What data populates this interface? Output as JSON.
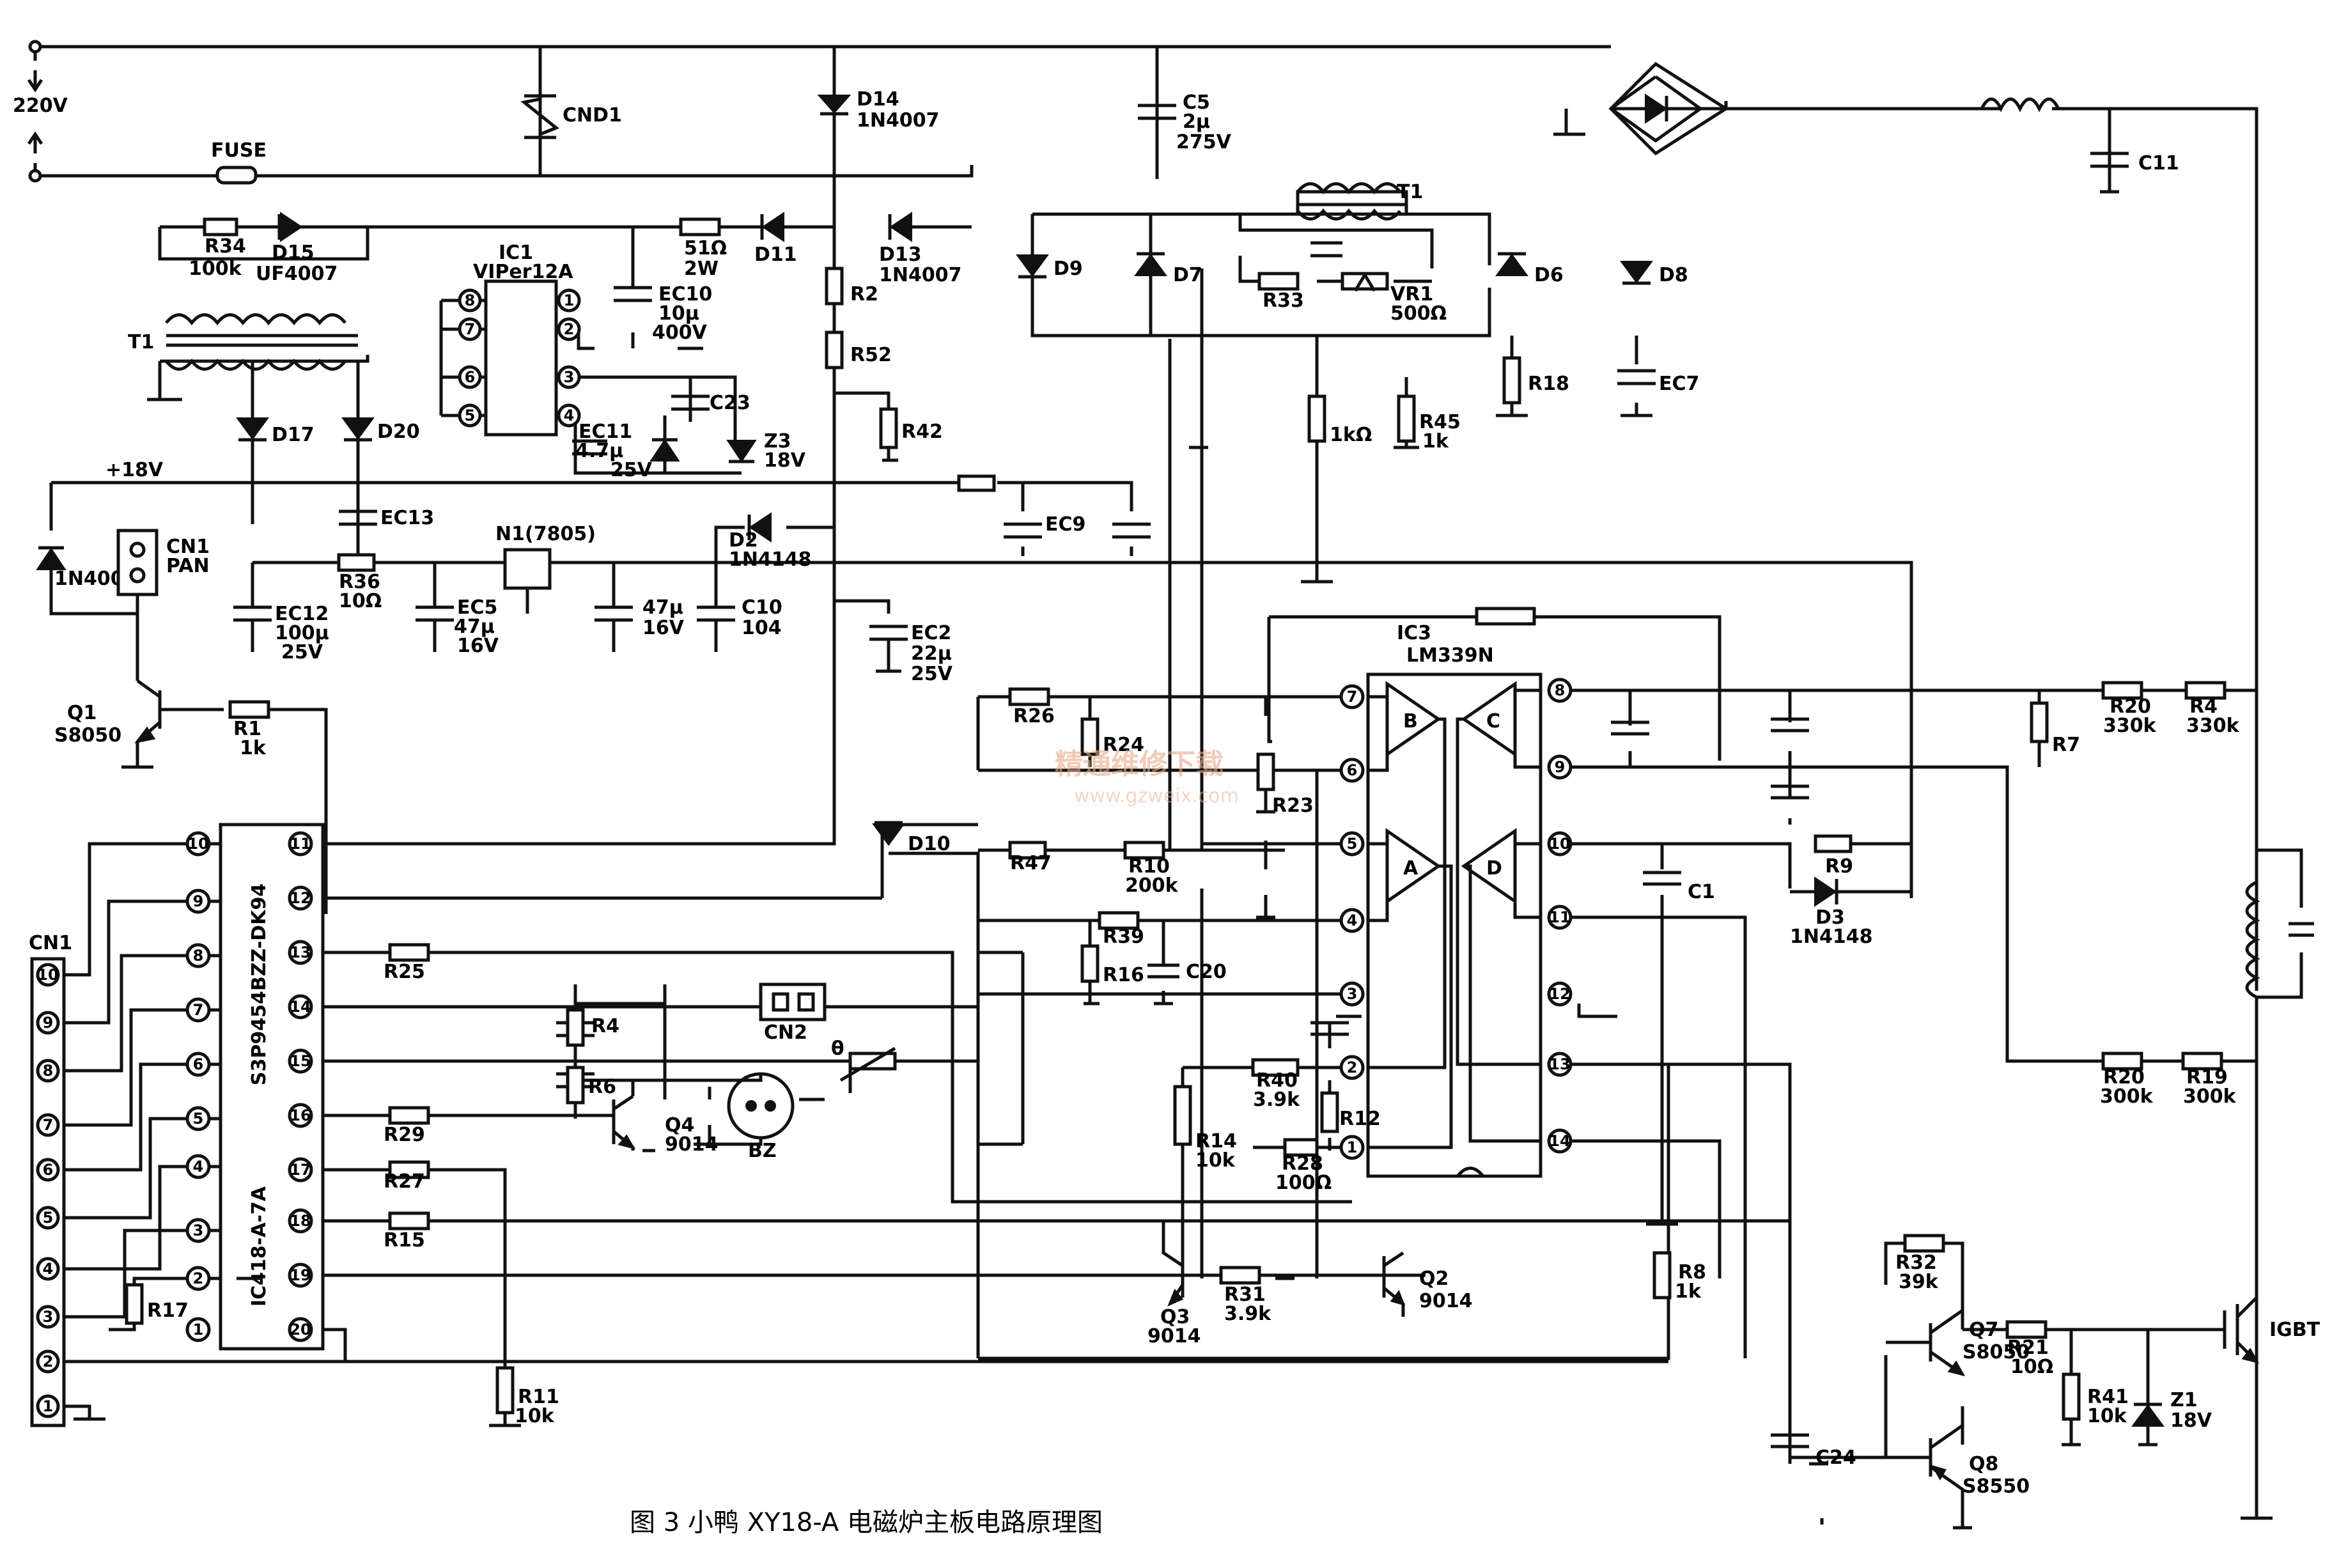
{
  "mains": {
    "voltage": "220V",
    "fuse": "FUSE"
  },
  "parts": {
    "cnd1": "CND1",
    "d14": [
      "D14",
      "1N4007"
    ],
    "c5": [
      "C5",
      "2μ",
      "275V"
    ],
    "c11": "C11",
    "t1_top": "T1",
    "t1_left": "T1",
    "r34": [
      "R34",
      "100k"
    ],
    "d15": [
      "D15",
      "UF4007"
    ],
    "ic1": [
      "IC1",
      "VIPer12A"
    ],
    "ec10": [
      "EC10",
      "10μ",
      "400V"
    ],
    "r_51": [
      "51Ω",
      "2W"
    ],
    "d11": "D11",
    "d13": [
      "D13",
      "1N4007"
    ],
    "d9": "D9",
    "d7": "D7",
    "d6": "D6",
    "d8": "D8",
    "r33": "R33",
    "vr1": [
      "VR1",
      "500Ω"
    ],
    "r2": "R2",
    "r52": "R52",
    "r42": "R42",
    "r18": "R18",
    "ec7": "EC7",
    "r_1k": "1kΩ",
    "r45": [
      "R45",
      "1k"
    ],
    "c23": "C23",
    "ec11": [
      "EC11",
      "4.7μ",
      "25V"
    ],
    "z3": [
      "Z3",
      "18V"
    ],
    "d17": "D17",
    "d20": "D20",
    "v18": "+18V",
    "d_1n4007": "1N4007",
    "cn1_pan": [
      "CN1",
      "PAN"
    ],
    "ec13": "EC13",
    "ec9": "EC9",
    "n1": "N1(7805)",
    "d2": [
      "D2",
      "1N4148"
    ],
    "r36": [
      "R36",
      "10Ω"
    ],
    "ec12": [
      "EC12",
      "100μ",
      "25V"
    ],
    "ec5": [
      "EC5",
      "47μ",
      "16V"
    ],
    "c47": [
      "47μ",
      "16V"
    ],
    "c10": [
      "C10",
      "104"
    ],
    "ec2": [
      "EC2",
      "22μ",
      "25V"
    ],
    "q1": [
      "Q1",
      "S8050"
    ],
    "r1": [
      "R1",
      "1k"
    ],
    "ic3": [
      "IC3",
      "LM339N"
    ],
    "comp": [
      "A",
      "B",
      "C",
      "D"
    ],
    "r26": "R26",
    "r24": "R24",
    "r23": "R23",
    "d10": "D10",
    "r47": "R47",
    "r10": [
      "R10",
      "200k"
    ],
    "r39": "R39",
    "r16": "R16",
    "c20": "C20",
    "r40": [
      "R40",
      "3.9k"
    ],
    "r12": "R12",
    "r14": [
      "R14",
      "10k"
    ],
    "r28": [
      "R28",
      "100Ω"
    ],
    "r31": [
      "R31",
      "3.9k"
    ],
    "q3": [
      "Q3",
      "9014"
    ],
    "q2": [
      "Q2",
      "9014"
    ],
    "r8": [
      "R8",
      "1k"
    ],
    "c1": "C1",
    "r7": "R7",
    "r20a": [
      "R20",
      "330k"
    ],
    "r4a": [
      "R4",
      "330k"
    ],
    "r9": "R9",
    "d3": [
      "D3",
      "1N4148"
    ],
    "r20b": [
      "R20",
      "300k"
    ],
    "r19": [
      "R19",
      "300k"
    ],
    "r32": [
      "R32",
      "39k"
    ],
    "q7": [
      "Q7",
      "S8050"
    ],
    "q8": [
      "Q8",
      "S8550"
    ],
    "r21": [
      "R21",
      "10Ω"
    ],
    "r41": [
      "R41",
      "10k"
    ],
    "z1": [
      "Z1",
      "18V"
    ],
    "igbt": "IGBT",
    "c24": "C24",
    "mcu": [
      "S3P9454BZZ-DK94",
      "IC418-A-7A"
    ],
    "cn1": "CN1",
    "r25": "R25",
    "r4b": "R4",
    "r6": "R6",
    "cn2": "CN2",
    "r29": "R29",
    "q4": [
      "Q4",
      "9014"
    ],
    "bz": "BZ",
    "r27": "R27",
    "r15": "R15",
    "r17": "R17",
    "r11": [
      "R11",
      "10k"
    ],
    "theta": "θ"
  },
  "watermark": [
    "精通维修下载",
    "www.gzweix.com"
  ],
  "caption": "图 3  小鸭 XY18-A 电磁炉主板电路原理图"
}
